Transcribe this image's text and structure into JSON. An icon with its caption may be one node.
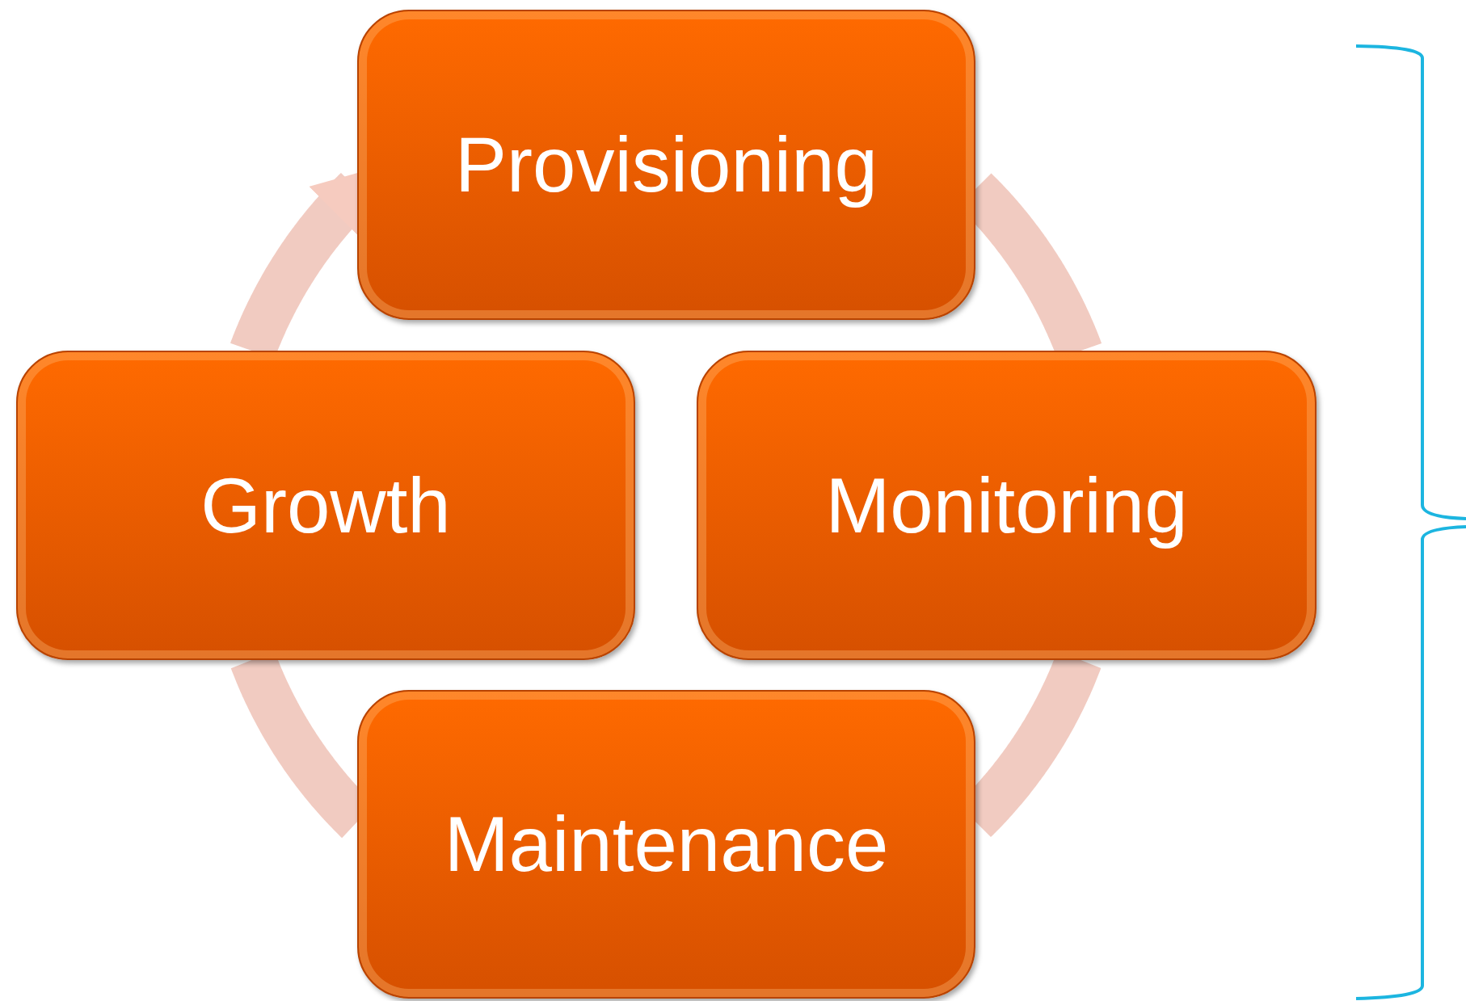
{
  "diagram": {
    "nodes": [
      {
        "text": [
          "Provisioning"
        ]
      },
      {
        "text": [
          "Growth"
        ]
      },
      {
        "text": [
          "Monitoring"
        ]
      },
      {
        "text": [
          "Maintenance"
        ]
      }
    ],
    "edges": [
      {
        "from": 0,
        "to": 2,
        "arrow": "none"
      },
      {
        "from": 2,
        "to": 3,
        "arrow": "none"
      },
      {
        "from": 3,
        "to": 1,
        "arrow": "none"
      },
      {
        "from": 1,
        "to": 0,
        "arrow": "to"
      }
    ]
  }
}
